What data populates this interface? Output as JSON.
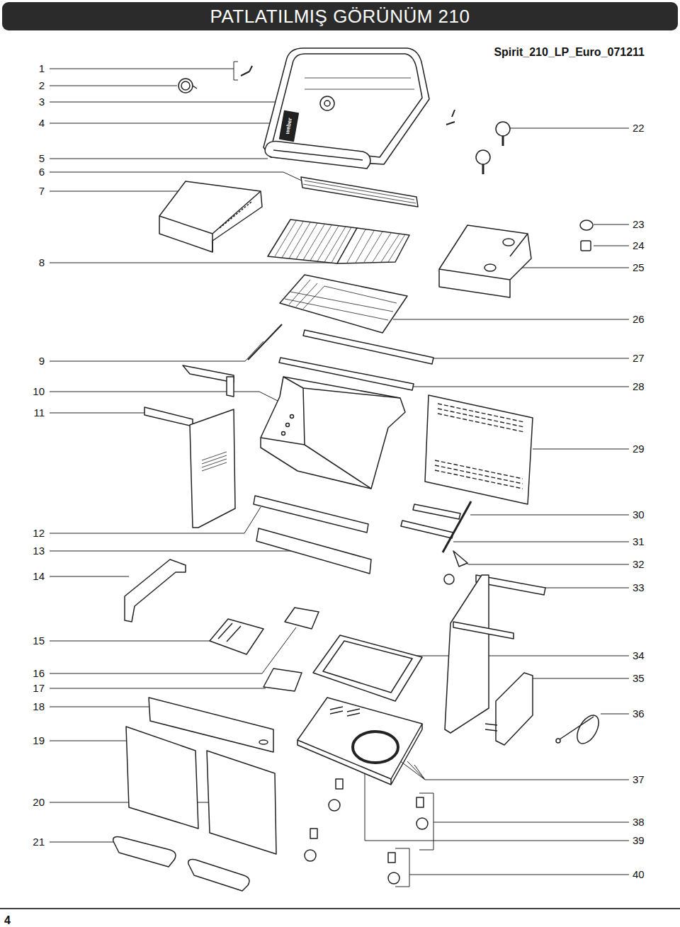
{
  "diagram": {
    "nodes": [
      {
        "text": [
          "PATLATILMIŞ GÖRÜNÜM 210"
        ]
      }
    ],
    "labels": [
      "Spirit_210_LP_Euro_071211",
      "1",
      "2",
      "3",
      "4",
      "5",
      "6",
      "7",
      "8",
      "9",
      "10",
      "11",
      "12",
      "13",
      "14",
      "15",
      "16",
      "17",
      "18",
      "19",
      "20",
      "21",
      "22",
      "23",
      "24",
      "25",
      "26",
      "27",
      "28",
      "29",
      "30",
      "31",
      "32",
      "33",
      "34",
      "35",
      "36",
      "37",
      "38",
      "39",
      "40",
      "4",
      "weber"
    ]
  }
}
